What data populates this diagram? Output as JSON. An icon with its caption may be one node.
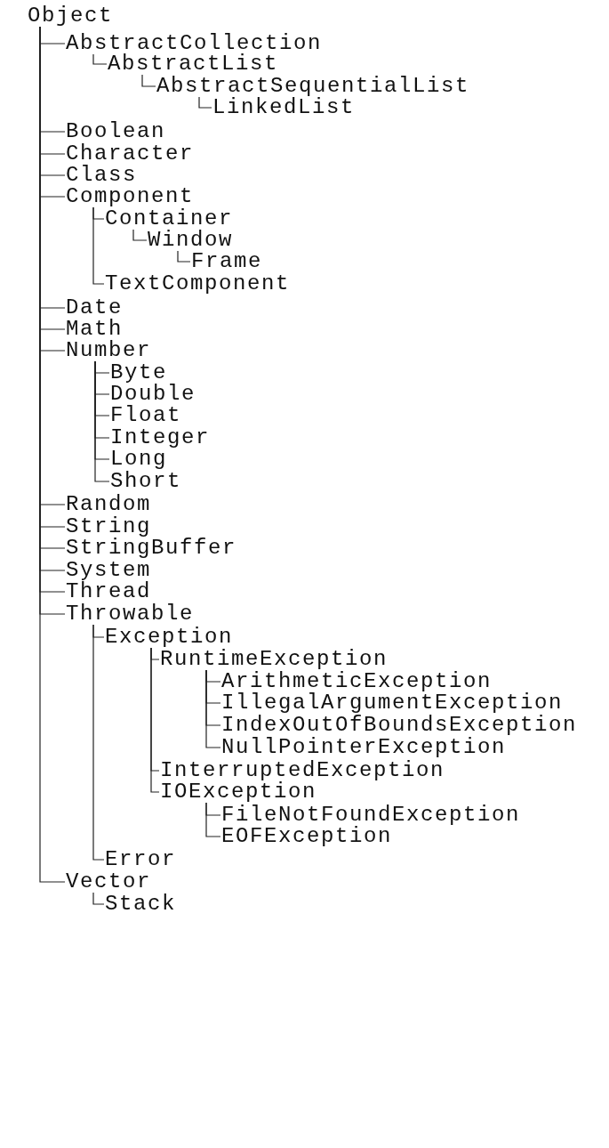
{
  "diagram": {
    "nodes": [
      {
        "text": [
          "Object"
        ]
      },
      {
        "text": [
          "AbstractCollection"
        ]
      },
      {
        "text": [
          "AbstractList"
        ]
      },
      {
        "text": [
          "AbstractSequentialList"
        ]
      },
      {
        "text": [
          "LinkedList"
        ]
      },
      {
        "text": [
          "Boolean"
        ]
      },
      {
        "text": [
          "Character"
        ]
      },
      {
        "text": [
          "Class"
        ]
      },
      {
        "text": [
          "Component"
        ]
      },
      {
        "text": [
          "Container"
        ]
      },
      {
        "text": [
          "Window"
        ]
      },
      {
        "text": [
          "Frame"
        ]
      },
      {
        "text": [
          "TextComponent"
        ]
      },
      {
        "text": [
          "Date"
        ]
      },
      {
        "text": [
          "Math"
        ]
      },
      {
        "text": [
          "Number"
        ]
      },
      {
        "text": [
          "Byte"
        ]
      },
      {
        "text": [
          "Double"
        ]
      },
      {
        "text": [
          "Float"
        ]
      },
      {
        "text": [
          "Integer"
        ]
      },
      {
        "text": [
          "Long"
        ]
      },
      {
        "text": [
          "Short"
        ]
      },
      {
        "text": [
          "Random"
        ]
      },
      {
        "text": [
          "String"
        ]
      },
      {
        "text": [
          "StringBuffer"
        ]
      },
      {
        "text": [
          "System"
        ]
      },
      {
        "text": [
          "Thread"
        ]
      },
      {
        "text": [
          "Throwable"
        ]
      },
      {
        "text": [
          "Exception"
        ]
      },
      {
        "text": [
          "RuntimeException"
        ]
      },
      {
        "text": [
          "ArithmeticException"
        ]
      },
      {
        "text": [
          "IllegalArgumentException"
        ]
      },
      {
        "text": [
          "IndexOutOfBoundsException"
        ]
      },
      {
        "text": [
          "NullPointerException"
        ]
      },
      {
        "text": [
          "InterruptedException"
        ]
      },
      {
        "text": [
          "IOException"
        ]
      },
      {
        "text": [
          "FileNotFoundException"
        ]
      },
      {
        "text": [
          "EOFException"
        ]
      },
      {
        "text": [
          "Error"
        ]
      },
      {
        "text": [
          "Vector"
        ]
      },
      {
        "text": [
          "Stack"
        ]
      }
    ],
    "edges": [
      {
        "from": 0,
        "to": 1,
        "arrow": "none"
      },
      {
        "from": 1,
        "to": 2,
        "arrow": "none"
      },
      {
        "from": 2,
        "to": 3,
        "arrow": "none"
      },
      {
        "from": 3,
        "to": 4,
        "arrow": "none"
      },
      {
        "from": 0,
        "to": 5,
        "arrow": "none"
      },
      {
        "from": 0,
        "to": 6,
        "arrow": "none"
      },
      {
        "from": 0,
        "to": 7,
        "arrow": "none"
      },
      {
        "from": 0,
        "to": 8,
        "arrow": "none"
      },
      {
        "from": 8,
        "to": 9,
        "arrow": "none"
      },
      {
        "from": 9,
        "to": 10,
        "arrow": "none"
      },
      {
        "from": 10,
        "to": 11,
        "arrow": "none"
      },
      {
        "from": 8,
        "to": 12,
        "arrow": "none"
      },
      {
        "from": 0,
        "to": 13,
        "arrow": "none"
      },
      {
        "from": 0,
        "to": 14,
        "arrow": "none"
      },
      {
        "from": 0,
        "to": 15,
        "arrow": "none"
      },
      {
        "from": 15,
        "to": 16,
        "arrow": "none"
      },
      {
        "from": 15,
        "to": 17,
        "arrow": "none"
      },
      {
        "from": 15,
        "to": 18,
        "arrow": "none"
      },
      {
        "from": 15,
        "to": 19,
        "arrow": "none"
      },
      {
        "from": 15,
        "to": 20,
        "arrow": "none"
      },
      {
        "from": 15,
        "to": 21,
        "arrow": "none"
      },
      {
        "from": 0,
        "to": 22,
        "arrow": "none"
      },
      {
        "from": 0,
        "to": 23,
        "arrow": "none"
      },
      {
        "from": 0,
        "to": 24,
        "arrow": "none"
      },
      {
        "from": 0,
        "to": 25,
        "arrow": "none"
      },
      {
        "from": 0,
        "to": 26,
        "arrow": "none"
      },
      {
        "from": 0,
        "to": 27,
        "arrow": "none"
      },
      {
        "from": 27,
        "to": 28,
        "arrow": "none"
      },
      {
        "from": 28,
        "to": 29,
        "arrow": "none"
      },
      {
        "from": 29,
        "to": 30,
        "arrow": "none"
      },
      {
        "from": 29,
        "to": 31,
        "arrow": "none"
      },
      {
        "from": 29,
        "to": 32,
        "arrow": "none"
      },
      {
        "from": 29,
        "to": 33,
        "arrow": "none"
      },
      {
        "from": 28,
        "to": 34,
        "arrow": "none"
      },
      {
        "from": 28,
        "to": 35,
        "arrow": "none"
      },
      {
        "from": 35,
        "to": 36,
        "arrow": "none"
      },
      {
        "from": 35,
        "to": 37,
        "arrow": "none"
      },
      {
        "from": 27,
        "to": 38,
        "arrow": "none"
      },
      {
        "from": 0,
        "to": 39,
        "arrow": "none"
      },
      {
        "from": 39,
        "to": 40,
        "arrow": "none"
      }
    ]
  }
}
